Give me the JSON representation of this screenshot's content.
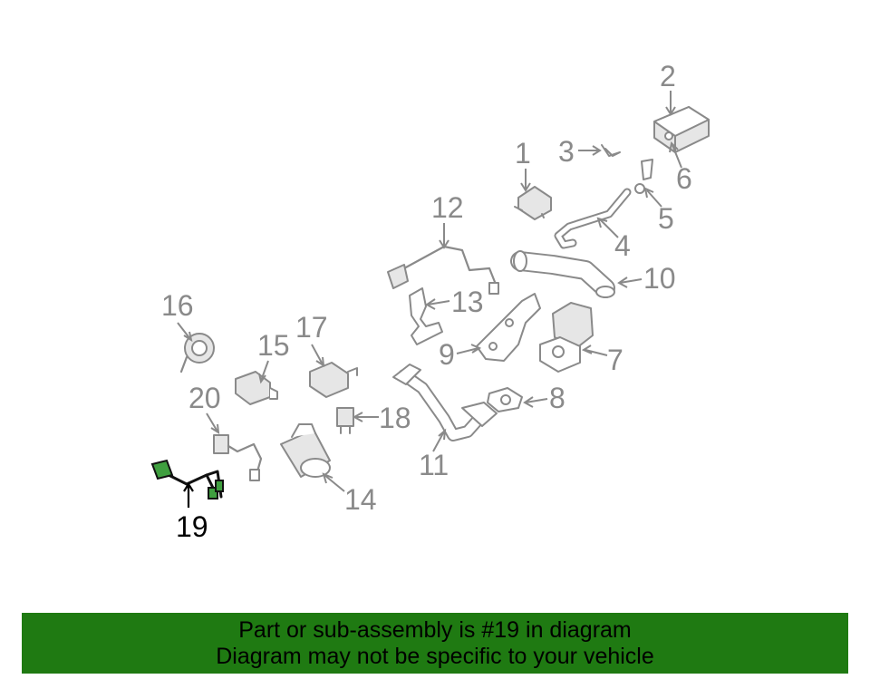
{
  "diagram": {
    "highlighted_part": "19",
    "callouts": [
      "1",
      "2",
      "3",
      "4",
      "5",
      "6",
      "7",
      "8",
      "9",
      "10",
      "11",
      "12",
      "13",
      "14",
      "15",
      "16",
      "17",
      "18",
      "19",
      "20"
    ]
  },
  "banner": {
    "line1": "Part or sub-assembly is #19 in diagram",
    "line2": "Diagram may not be specific to your vehicle"
  },
  "colors": {
    "banner_bg": "#1f7a12",
    "part_gray": "#8a8a8a",
    "highlight": "#000000",
    "connector_green": "#3f9f3f"
  }
}
